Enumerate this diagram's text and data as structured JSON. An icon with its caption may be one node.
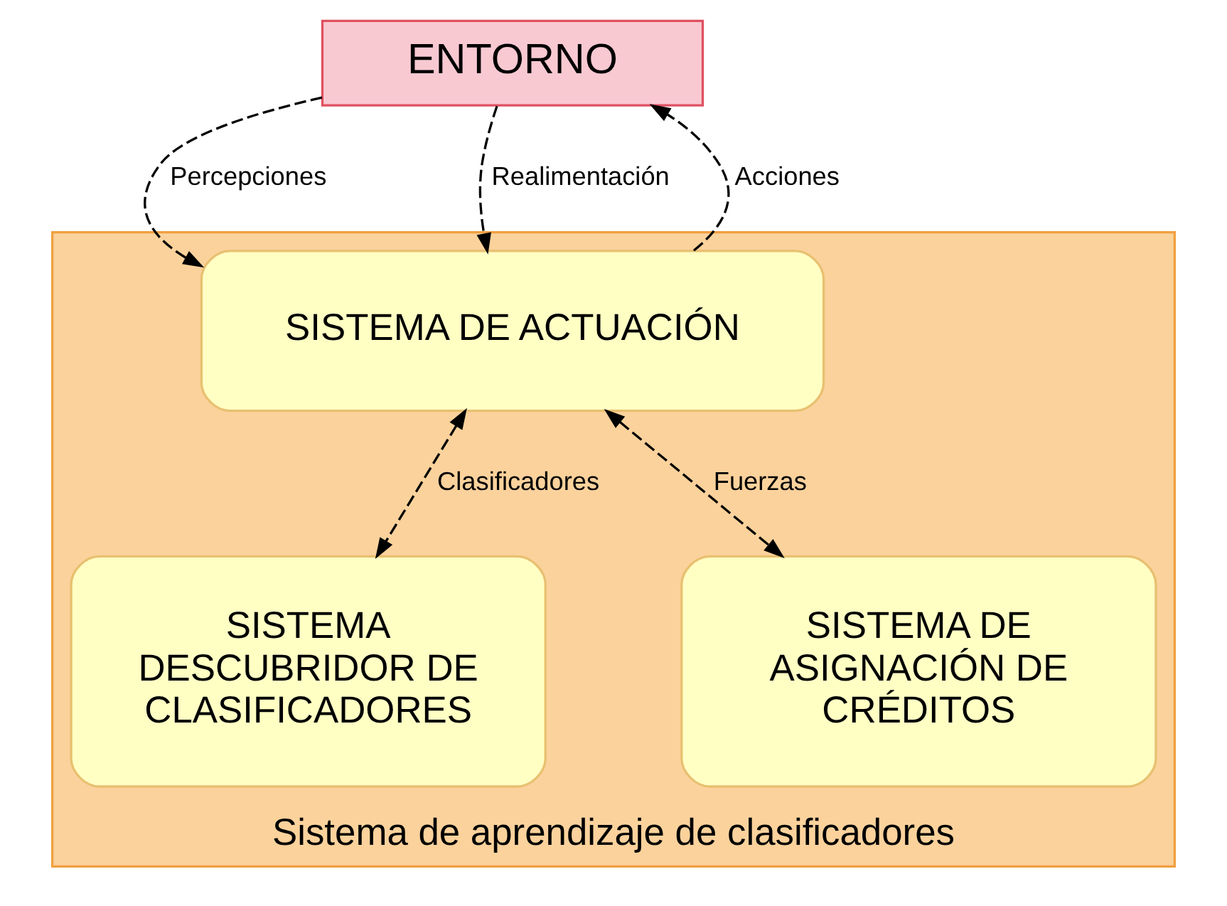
{
  "diagram": {
    "nodes": [
      {
        "text": [
          "ENTORNO"
        ]
      },
      {
        "text": [
          "Sistema de aprendizaje de clasificadores"
        ]
      },
      {
        "text": [
          "SISTEMA DE ACTUACIÓN"
        ],
        "in": 1
      },
      {
        "text": [
          "SISTEMA DESCUBRIDOR DE CLASIFICADORES"
        ],
        "in": 1
      },
      {
        "text": [
          "SISTEMA DE ASIGNACIÓN DE CRÉDITOS"
        ],
        "in": 1
      }
    ],
    "edges": [
      {
        "from": 0,
        "to": 2,
        "arrow": "to",
        "label": "Percepciones",
        "style": "dashed"
      },
      {
        "from": 2,
        "to": 0,
        "arrow": "to",
        "label": "Acciones",
        "style": "dashed"
      },
      {
        "from": 0,
        "to": 2,
        "arrow": "to",
        "label": "Realimentación",
        "style": "dashed"
      },
      {
        "from": 2,
        "to": 3,
        "arrow": "both",
        "label": "Clasificadores",
        "style": "dashed"
      },
      {
        "from": 2,
        "to": 4,
        "arrow": "both",
        "label": "Fuerzas",
        "style": "dashed"
      }
    ]
  }
}
